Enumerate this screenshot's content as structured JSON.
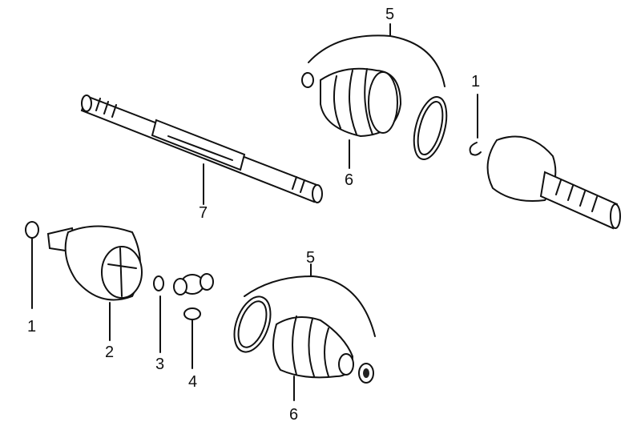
{
  "diagram": {
    "labels": [
      {
        "id": "upper-boot-kit",
        "text": "5"
      },
      {
        "id": "upper-circlip",
        "text": "1"
      },
      {
        "id": "upper-boot",
        "text": "6"
      },
      {
        "id": "drive-shaft",
        "text": "7"
      },
      {
        "id": "lower-circlip",
        "text": "1"
      },
      {
        "id": "inner-joint-housing",
        "text": "2"
      },
      {
        "id": "snap-ring",
        "text": "3"
      },
      {
        "id": "tripod-joint",
        "text": "4"
      },
      {
        "id": "lower-boot-kit",
        "text": "5"
      },
      {
        "id": "lower-boot",
        "text": "6"
      }
    ]
  }
}
